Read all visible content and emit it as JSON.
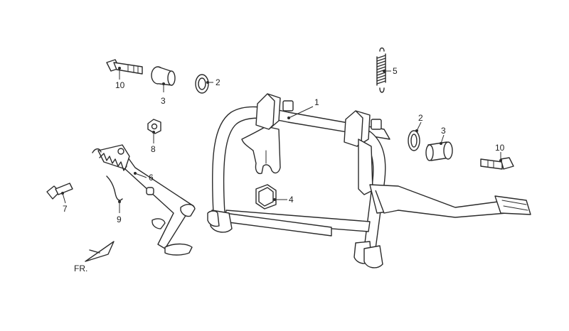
{
  "callouts": {
    "c1": "1",
    "c2a": "2",
    "c2b": "2",
    "c3a": "3",
    "c3b": "3",
    "c4": "4",
    "c5": "5",
    "c6": "6",
    "c7": "7",
    "c8": "8",
    "c9": "9",
    "c10a": "10",
    "c10b": "10"
  },
  "orientation_label": "FR.",
  "colors": {
    "line": "#2b2b2b",
    "shade": "#bdbdbd",
    "background": "#ffffff"
  }
}
